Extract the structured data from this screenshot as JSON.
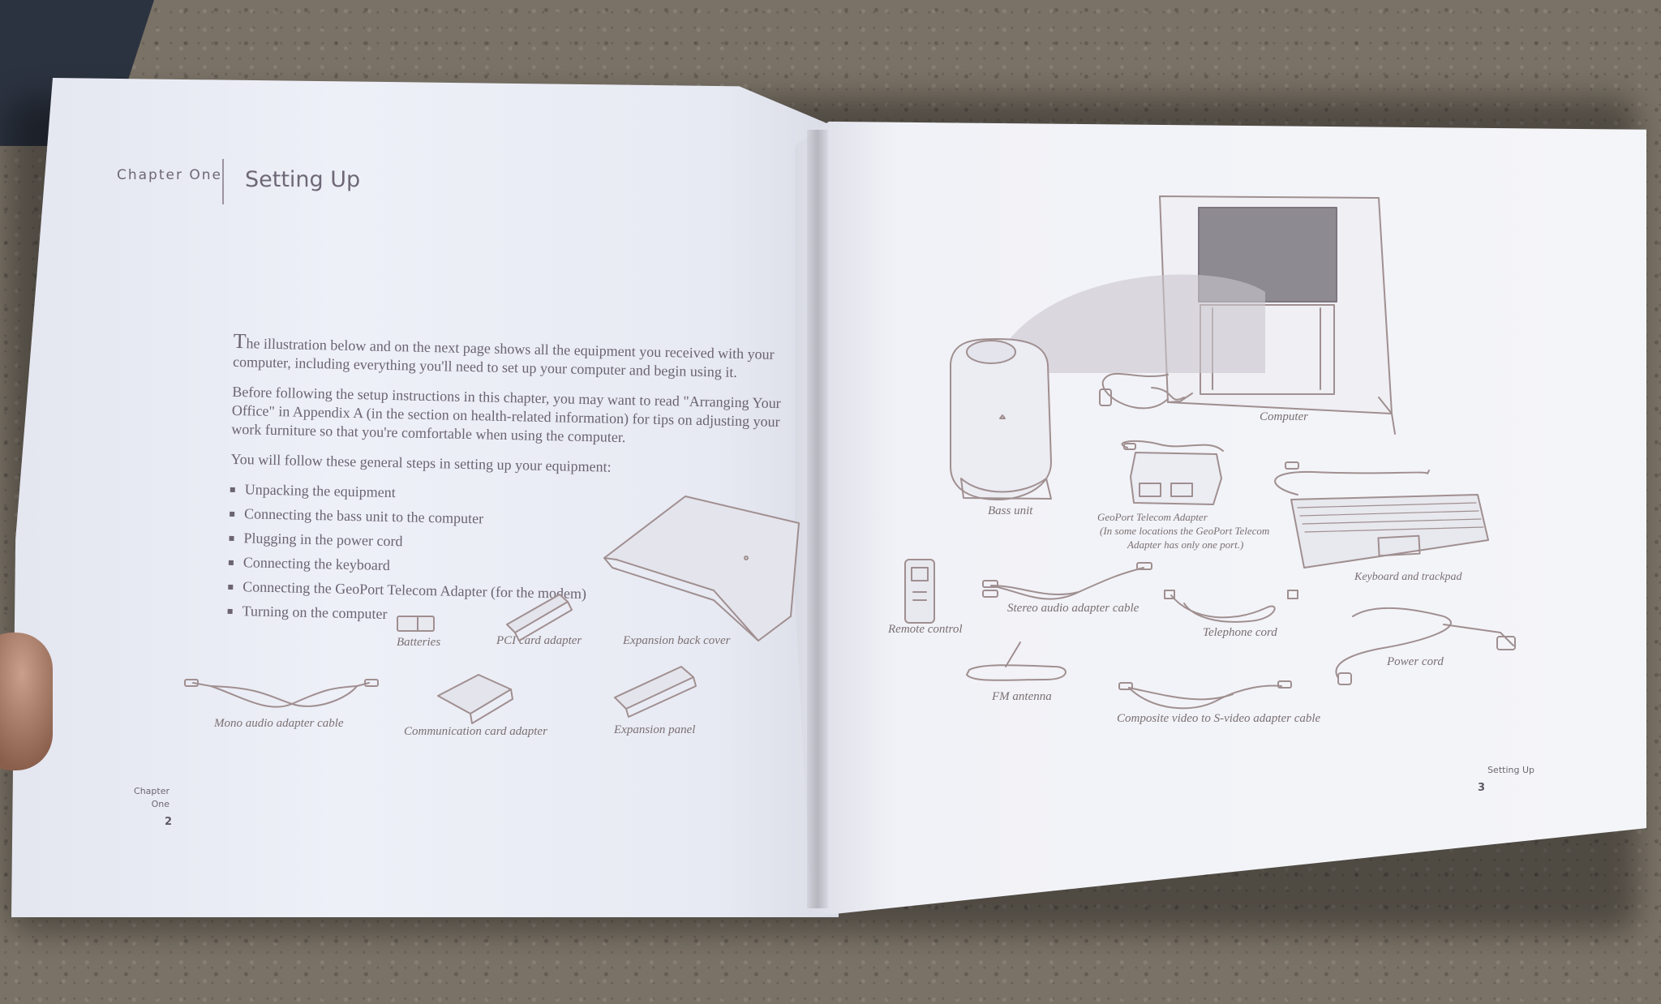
{
  "left_page": {
    "chapter_label": "Chapter One",
    "chapter_title": "Setting Up",
    "intro_dropcap": "T",
    "intro_rest": "he illustration below and on the next page shows all the equipment you received with your computer, including everything you'll need to set up your computer and begin using it.",
    "paragraph_2": "Before following the setup instructions in this chapter, you may want to read \"Arranging Your Office\" in Appendix A (in the section on health-related information) for tips on adjusting your work furniture so that you're comfortable when using the computer.",
    "steps_intro": "You will follow these general steps in setting up your equipment:",
    "steps": [
      "Unpacking the equipment",
      "Connecting the bass unit to the computer",
      "Plugging in the power cord",
      "Connecting the keyboard",
      "Connecting the GeoPort Telecom Adapter (for the modem)",
      "Turning on the computer"
    ],
    "captions": {
      "batteries": "Batteries",
      "pci_card_adapter": "PCI card adapter",
      "expansion_back_cover": "Expansion back cover",
      "mono_audio_adapter_cable": "Mono audio adapter cable",
      "communication_card_adapter": "Communication card adapter",
      "expansion_panel": "Expansion panel"
    },
    "footer_chapter_line1": "Chapter",
    "footer_chapter_line2": "One",
    "page_number": "2"
  },
  "right_page": {
    "captions": {
      "computer": "Computer",
      "bass_unit": "Bass unit",
      "geoport_line1": "GeoPort Telecom Adapter",
      "geoport_line2": "(In some locations the GeoPort Telecom",
      "geoport_line3": "Adapter has only one port.)",
      "keyboard_and_trackpad": "Keyboard and trackpad",
      "remote_control": "Remote control",
      "stereo_audio_adapter_cable": "Stereo audio adapter cable",
      "telephone_cord": "Telephone cord",
      "power_cord": "Power cord",
      "fm_antenna": "FM antenna",
      "composite_video_cable": "Composite video to S-video adapter cable"
    },
    "footer_title": "Setting Up",
    "page_number": "3"
  },
  "colors": {
    "page": "#eceef6",
    "ink": "#6b6470",
    "line_art": "#a08f90",
    "background_concrete": "#7a7266"
  }
}
